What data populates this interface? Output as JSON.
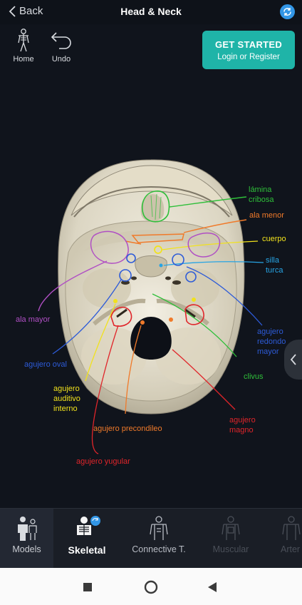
{
  "header": {
    "back_label": "Back",
    "title": "Head & Neck"
  },
  "toolbar": {
    "home_label": "Home",
    "undo_label": "Undo"
  },
  "cta": {
    "line1": "GET STARTED",
    "line2": "Login or Register"
  },
  "annotations": {
    "lamina": [
      "lámina",
      "cribosa"
    ],
    "ala_menor": "ala menor",
    "cuerpo": "cuerpo",
    "silla": [
      "silla",
      "turca"
    ],
    "ala_mayor": "ala mayor",
    "agujero_redondo": [
      "agujero",
      "redondo",
      "mayor"
    ],
    "agujero_oval": "agujero oval",
    "clivus": "clivus",
    "agujero_auditivo": [
      "agujero",
      "auditivo",
      "interno"
    ],
    "agujero_precondileo": "agujero precondileo",
    "agujero_magno": [
      "agujero",
      "magno"
    ],
    "agujero_yugular": "agujero yugular"
  },
  "categories": [
    {
      "label": "Models",
      "icon": "people-icon"
    },
    {
      "label": "Skeletal",
      "icon": "skeleton-icon",
      "active": true
    },
    {
      "label": "Connective T.",
      "icon": "connective-tissue-icon"
    },
    {
      "label": "Muscular",
      "icon": "muscle-icon",
      "disabled": true
    },
    {
      "label": "Arter",
      "icon": "artery-icon",
      "disabled": true
    }
  ],
  "colors": {
    "green": "#2fbf3a",
    "orange": "#f07a2a",
    "yellow": "#f1e21c",
    "blue": "#2d5bd8",
    "cyan": "#27a4e4",
    "purple": "#b04fc4",
    "red": "#e0252a",
    "teal": "#1fb4a8"
  }
}
